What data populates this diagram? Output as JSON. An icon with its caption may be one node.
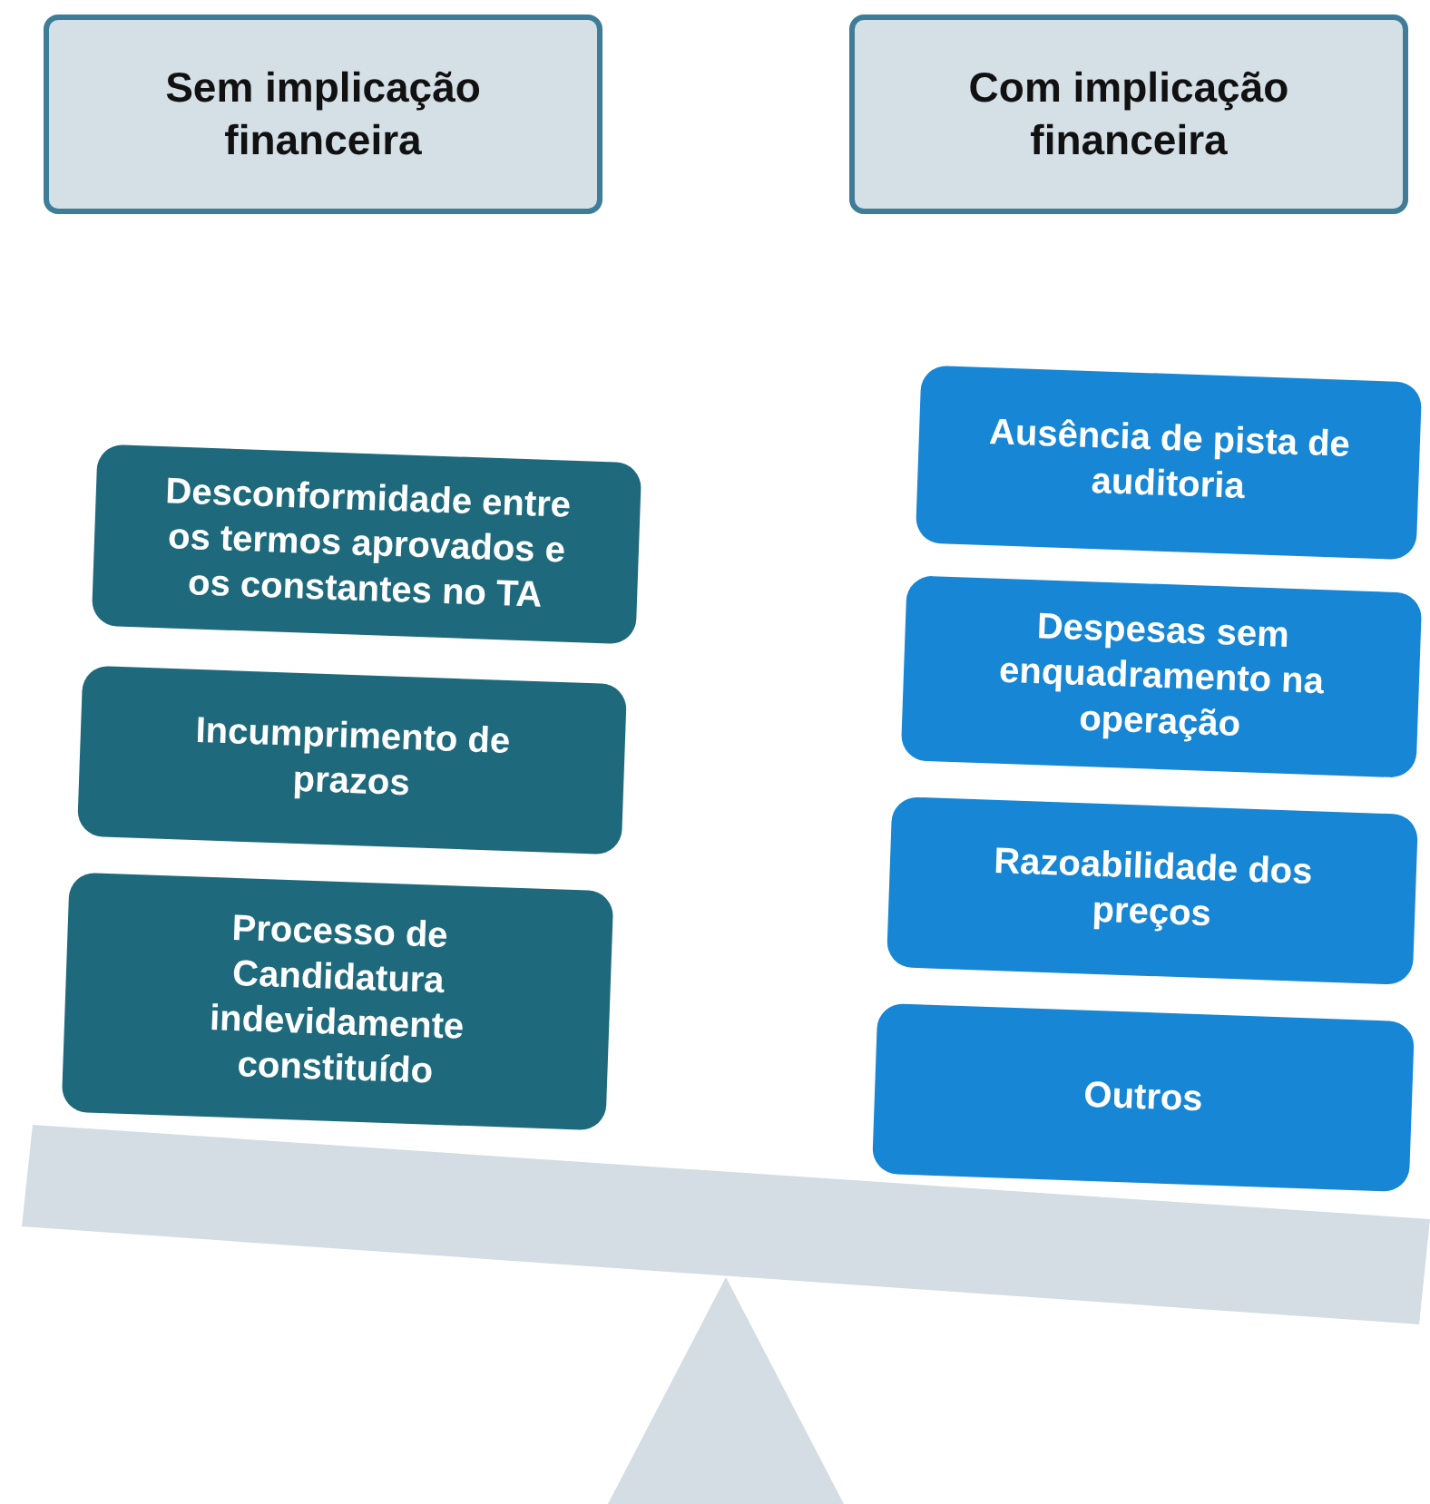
{
  "diagram": {
    "nodes": [
      {
        "text": [
          "Sem implicação financeira"
        ]
      },
      {
        "text": [
          "Com implicação financeira"
        ]
      },
      {
        "text": [
          "Desconformidade entre os termos aprovados e os constantes no TA"
        ]
      },
      {
        "text": [
          "Incumprimento de prazos"
        ]
      },
      {
        "text": [
          "Processo de Candidatura indevidamente constituído"
        ]
      },
      {
        "text": [
          "Ausência de pista de auditoria"
        ]
      },
      {
        "text": [
          "Despesas sem enquadramento na operação"
        ]
      },
      {
        "text": [
          "Razoabilidade dos preços"
        ]
      },
      {
        "text": [
          "Outros"
        ]
      }
    ]
  }
}
